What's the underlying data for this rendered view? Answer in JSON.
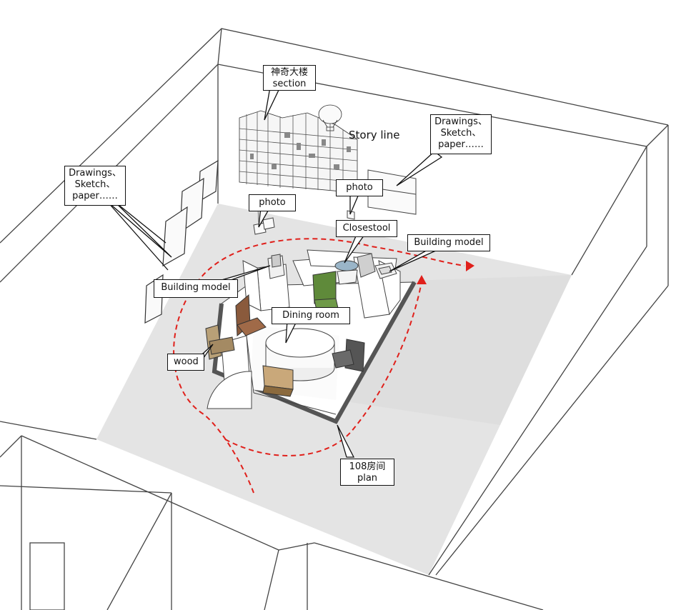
{
  "labels": {
    "section_zh": "神奇大楼",
    "section_en": "section",
    "story_line": "Story line",
    "drawings_right_1": "Drawings、",
    "drawings_right_2": "Sketch、",
    "drawings_right_3": "paper……",
    "drawings_left_1": "Drawings、",
    "drawings_left_2": "Sketch、",
    "drawings_left_3": "paper……",
    "photo_right": "photo",
    "photo_left": "photo",
    "closestool": "Closestool",
    "building_model_right": "Building model",
    "building_model_left": "Building model",
    "dining_room": "Dining room",
    "wood": "wood",
    "plan_zh": "108房间",
    "plan_en": "plan"
  },
  "colors": {
    "floor": "#e3e3e3",
    "floor_light": "#ececec",
    "wall_line": "#444444",
    "story_path": "#e0201b",
    "chair_green": "#5f8a3a",
    "chair_brown": "#8a5a3c",
    "chair_dark": "#555555"
  }
}
